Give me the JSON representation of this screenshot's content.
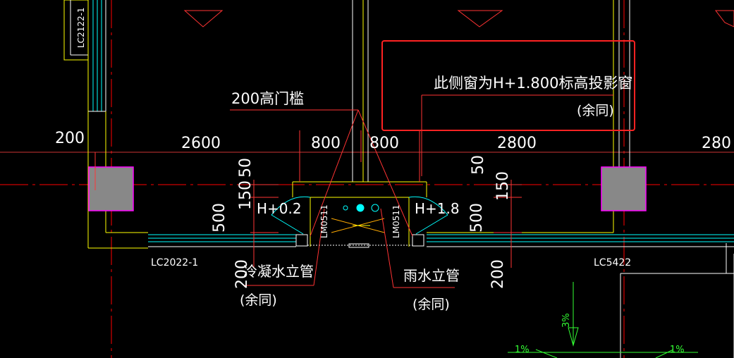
{
  "note_box": {
    "line1": "此侧窗为H+1.800标高投影窗",
    "line2": "(余同)"
  },
  "labels": {
    "threshold": "200高门槛",
    "condensate_pipe": "冷凝水立管",
    "condensate_same": "(余同)",
    "rain_pipe": "雨水立管",
    "rain_same": "(余同)",
    "lc2122": "LC2122-1",
    "lc2022": "LC2022-1",
    "lc5422": "LC5422",
    "lm0511_left": "LM0511",
    "lm0511_right": "LM0511",
    "h_left": "H+0.2",
    "h_right": "H+1.8"
  },
  "dimensions": {
    "d200_left": "200",
    "d2600": "2600",
    "d800_a": "800",
    "d800_b": "800",
    "d2800": "2800",
    "d280_cut": "280",
    "d150_left": "150",
    "d50_left": "50",
    "d500_left": "500",
    "d200_bottom_left": "200",
    "d50_right": "50",
    "d150_right": "150",
    "d500_right": "500",
    "d200_bottom_right": "200"
  },
  "slope": {
    "vertical": "3%",
    "left": "1%",
    "right": "1%"
  },
  "colors": {
    "background": "#000000",
    "wall": "#ffff00",
    "axis": "#ff0000",
    "dimension": "#ff3333",
    "column_fill": "#888888",
    "column_stroke": "#ff00ff",
    "window": "#00ffff",
    "slope_arrow": "#33ff33",
    "note_box": "#ff2222"
  }
}
